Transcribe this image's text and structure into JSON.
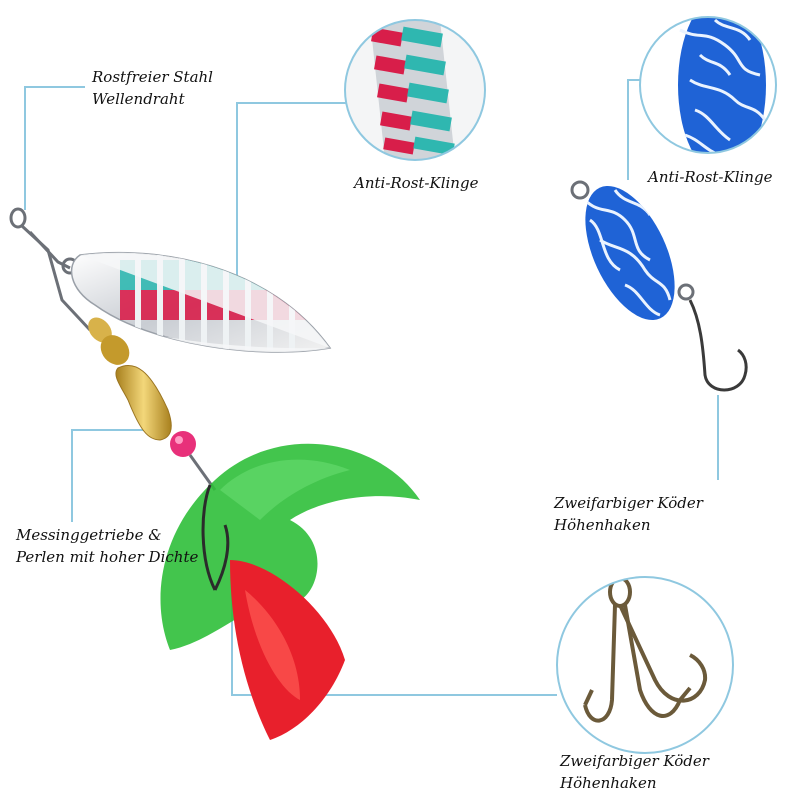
{
  "colors": {
    "callout_line": "#8fc8e0",
    "circle_stroke": "#8fc8e0",
    "silver_blade": "#d9dde2",
    "stripe_teal": "#2fb7b0",
    "stripe_red": "#d81e4a",
    "blue_spoon": "#1f63d6",
    "feather_green": "#2fbf3a",
    "feather_red": "#e8202c",
    "brass": "#d8b24a",
    "pink_bead": "#e8307a",
    "hook_dark": "#3a3a3a"
  },
  "labels": {
    "wire": {
      "line1": "Rostfreier Stahl",
      "line2": "Wellendraht"
    },
    "blade": {
      "line1": "Anti-Rost-Klinge"
    },
    "spoon_blade": {
      "line1": "Anti-Rost-Klinge"
    },
    "brass_beads": {
      "line1": "Messinggetriebe &",
      "line2": "Perlen mit hoher Dichte"
    },
    "spoon_hook": {
      "line1": "Zweifarbiger Köder",
      "line2": "Höhenhaken"
    },
    "treble_hook": {
      "line1": "Zweifarbiger Köder",
      "line2": "Höhenhaken"
    }
  }
}
